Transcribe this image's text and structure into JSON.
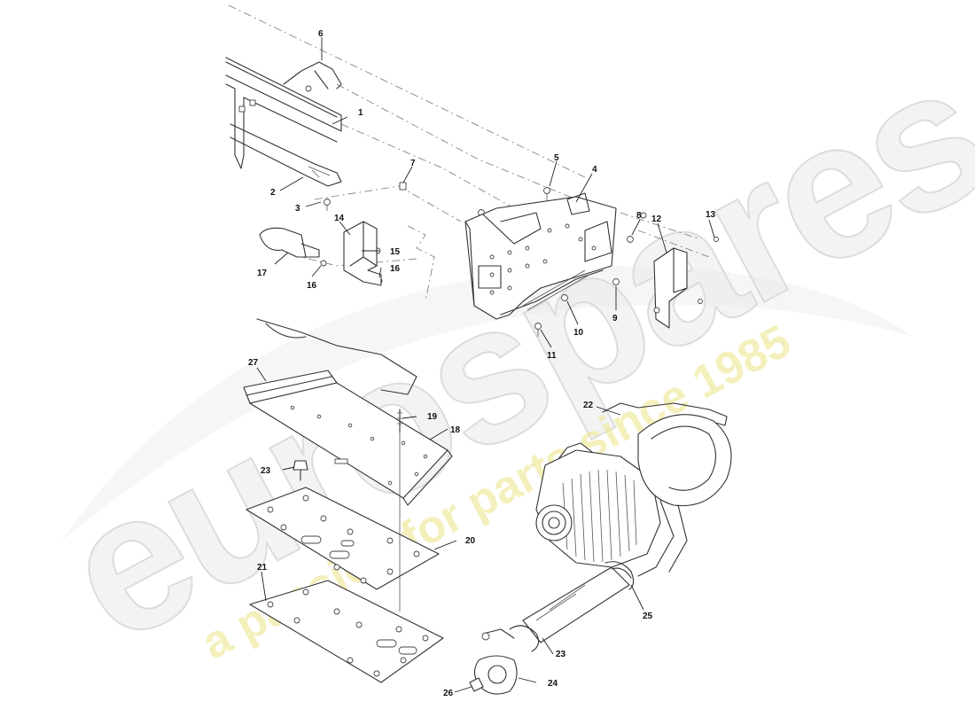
{
  "watermark": {
    "brand": "eurospares",
    "tagline": "a passion for parts since 1985",
    "tagline_color": "#efe9a0"
  },
  "callouts": [
    {
      "id": "1",
      "label": "1"
    },
    {
      "id": "2",
      "label": "2"
    },
    {
      "id": "3",
      "label": "3"
    },
    {
      "id": "4",
      "label": "4"
    },
    {
      "id": "5",
      "label": "5"
    },
    {
      "id": "6",
      "label": "6"
    },
    {
      "id": "7",
      "label": "7"
    },
    {
      "id": "8",
      "label": "8"
    },
    {
      "id": "9",
      "label": "9"
    },
    {
      "id": "10",
      "label": "10"
    },
    {
      "id": "11",
      "label": "11"
    },
    {
      "id": "12",
      "label": "12"
    },
    {
      "id": "13",
      "label": "13"
    },
    {
      "id": "14",
      "label": "14"
    },
    {
      "id": "15",
      "label": "15"
    },
    {
      "id": "16a",
      "label": "16"
    },
    {
      "id": "16b",
      "label": "16"
    },
    {
      "id": "17",
      "label": "17"
    },
    {
      "id": "18",
      "label": "18"
    },
    {
      "id": "19",
      "label": "19"
    },
    {
      "id": "20",
      "label": "20"
    },
    {
      "id": "21",
      "label": "21"
    },
    {
      "id": "22",
      "label": "22"
    },
    {
      "id": "23a",
      "label": "23"
    },
    {
      "id": "23b",
      "label": "23"
    },
    {
      "id": "24",
      "label": "24"
    },
    {
      "id": "25",
      "label": "25"
    },
    {
      "id": "26",
      "label": "26"
    },
    {
      "id": "27",
      "label": "27"
    }
  ]
}
